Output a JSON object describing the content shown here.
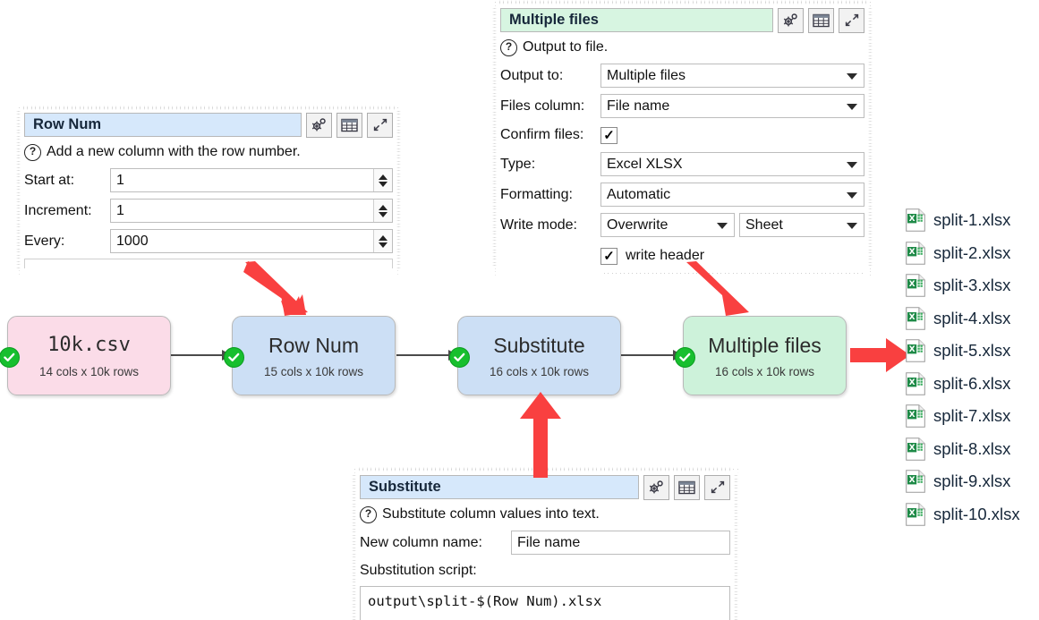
{
  "app": {
    "name": "Easy Data Transform flow"
  },
  "panels": {
    "row_num": {
      "title": "Row Num",
      "help": "Add a new column with the row number.",
      "fields": [
        {
          "label": "Start at:",
          "value": "1"
        },
        {
          "label": "Increment:",
          "value": "1"
        },
        {
          "label": "Every:",
          "value": "1000"
        }
      ],
      "buttons": {
        "settings": "gear-icon",
        "table": "table-icon",
        "expand": "expand-icon"
      }
    },
    "multiple_files": {
      "title": "Multiple files",
      "help": "Output to file.",
      "fields": [
        {
          "label": "Output to:",
          "value": "Multiple files",
          "kind": "combo"
        },
        {
          "label": "Files column:",
          "value": "File name",
          "kind": "combo"
        },
        {
          "label": "Confirm files:",
          "value": "✓",
          "kind": "checkbox"
        },
        {
          "label": "Type:",
          "value": "Excel XLSX",
          "kind": "combo"
        },
        {
          "label": "Formatting:",
          "value": "Automatic",
          "kind": "combo"
        },
        {
          "label": "Write mode:",
          "value": "Overwrite",
          "value2": "Sheet",
          "kind": "combo2"
        }
      ],
      "write_header": {
        "label": "write header",
        "checked": "✓"
      },
      "buttons": {
        "settings": "gear-icon",
        "table": "table-icon",
        "expand": "expand-icon"
      }
    },
    "substitute": {
      "title": "Substitute",
      "help": "Substitute column values into text.",
      "fields": [
        {
          "label": "New column name:",
          "value": "File name"
        }
      ],
      "script_label": "Substitution script:",
      "script_value": "output\\split-$(Row Num).xlsx",
      "buttons": {
        "settings": "gear-icon",
        "table": "table-icon",
        "expand": "expand-icon"
      }
    }
  },
  "flow": {
    "nodes": [
      {
        "name": "10k.csv",
        "sub": "14 cols x 10k rows",
        "color": "pink",
        "status": "ok"
      },
      {
        "name": "Row Num",
        "sub": "15 cols x 10k rows",
        "color": "blue",
        "status": "ok"
      },
      {
        "name": "Substitute",
        "sub": "16 cols x 10k rows",
        "color": "blue",
        "status": "ok"
      },
      {
        "name": "Multiple files",
        "sub": "16 cols x 10k rows",
        "color": "green",
        "status": "ok"
      }
    ]
  },
  "output_files": [
    {
      "name": "split-1.xlsx",
      "icon": "excel-file-icon"
    },
    {
      "name": "split-2.xlsx",
      "icon": "excel-file-icon"
    },
    {
      "name": "split-3.xlsx",
      "icon": "excel-file-icon"
    },
    {
      "name": "split-4.xlsx",
      "icon": "excel-file-icon"
    },
    {
      "name": "split-5.xlsx",
      "icon": "excel-file-icon"
    },
    {
      "name": "split-6.xlsx",
      "icon": "excel-file-icon"
    },
    {
      "name": "split-7.xlsx",
      "icon": "excel-file-icon"
    },
    {
      "name": "split-8.xlsx",
      "icon": "excel-file-icon"
    },
    {
      "name": "split-9.xlsx",
      "icon": "excel-file-icon"
    },
    {
      "name": "split-10.xlsx",
      "icon": "excel-file-icon"
    }
  ],
  "colors": {
    "accent_red": "#f94040",
    "node_pink": "#fbdce8",
    "node_blue": "#ccdff5",
    "node_green": "#cdf2da",
    "title_blue": "#d6e8fb",
    "title_green": "#d7f5e1",
    "status_green": "#17bf2e",
    "excel_green": "#1e8a47"
  }
}
